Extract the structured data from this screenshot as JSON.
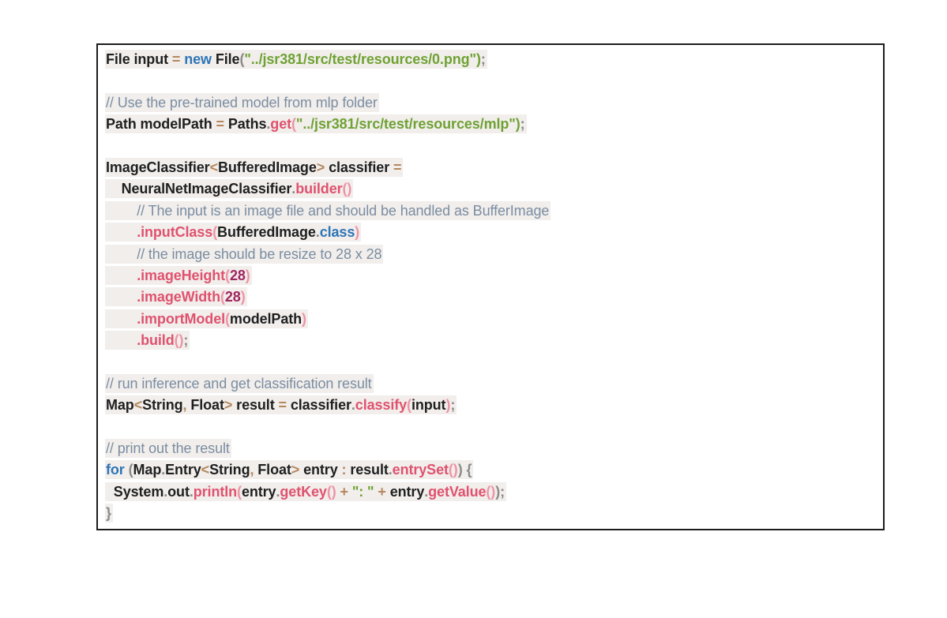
{
  "page": {
    "background_color": "#ffffff"
  },
  "code_box": {
    "border_color": "#1c1c1c",
    "highlight_color": "#f1eeec",
    "language": "java",
    "colors": {
      "plain": "#1f1f1f",
      "kw": "#2e75b6",
      "str": "#6fa233",
      "com": "#7b8da1",
      "meth": "#e0526e",
      "methp": "#ed94a5",
      "num": "#a0265f",
      "op": "#b5885e",
      "gray": "#8a8a88"
    },
    "lines": [
      {
        "tokens": [
          {
            "t": "File input ",
            "c": "plain"
          },
          {
            "t": "= ",
            "c": "op"
          },
          {
            "t": "new ",
            "c": "kw"
          },
          {
            "t": "File",
            "c": "plain"
          },
          {
            "t": "(",
            "c": "gray"
          },
          {
            "t": "\"../jsr381/src/test/resources/0.png\"",
            "c": "str"
          },
          {
            "t": ")",
            "c": "str"
          },
          {
            "t": ";",
            "c": "gray"
          }
        ]
      },
      {
        "tokens": []
      },
      {
        "tokens": [
          {
            "t": "// Use the pre-trained model from mlp folder",
            "c": "com"
          }
        ]
      },
      {
        "tokens": [
          {
            "t": "Path modelPath ",
            "c": "plain"
          },
          {
            "t": "= ",
            "c": "op"
          },
          {
            "t": "Paths",
            "c": "plain"
          },
          {
            "t": ".",
            "c": "gray"
          },
          {
            "t": "get",
            "c": "meth"
          },
          {
            "t": "(",
            "c": "methp"
          },
          {
            "t": "\"../jsr381/src/test/resources/mlp\"",
            "c": "str"
          },
          {
            "t": ")",
            "c": "str"
          },
          {
            "t": ";",
            "c": "gray"
          }
        ]
      },
      {
        "tokens": []
      },
      {
        "tokens": [
          {
            "t": "ImageClassifier",
            "c": "plain"
          },
          {
            "t": "<",
            "c": "op"
          },
          {
            "t": "BufferedImage",
            "c": "plain"
          },
          {
            "t": "> ",
            "c": "op"
          },
          {
            "t": "classifier ",
            "c": "plain"
          },
          {
            "t": "=",
            "c": "op"
          }
        ]
      },
      {
        "tokens": [
          {
            "t": "    NeuralNetImageClassifier",
            "c": "plain"
          },
          {
            "t": ".",
            "c": "gray"
          },
          {
            "t": "builder",
            "c": "meth"
          },
          {
            "t": "()",
            "c": "methp"
          }
        ]
      },
      {
        "tokens": [
          {
            "t": "        // The input is an image file and should be handled as BufferImage",
            "c": "com"
          }
        ]
      },
      {
        "tokens": [
          {
            "t": "        ",
            "c": "plain"
          },
          {
            "t": ".inputClass",
            "c": "meth"
          },
          {
            "t": "(",
            "c": "methp"
          },
          {
            "t": "BufferedImage",
            "c": "plain"
          },
          {
            "t": ".",
            "c": "gray"
          },
          {
            "t": "class",
            "c": "kw"
          },
          {
            "t": ")",
            "c": "methp"
          }
        ]
      },
      {
        "tokens": [
          {
            "t": "        // the image should be resize to 28 x 28",
            "c": "com"
          }
        ]
      },
      {
        "tokens": [
          {
            "t": "        ",
            "c": "plain"
          },
          {
            "t": ".imageHeight",
            "c": "meth"
          },
          {
            "t": "(",
            "c": "methp"
          },
          {
            "t": "28",
            "c": "num"
          },
          {
            "t": ")",
            "c": "methp"
          }
        ]
      },
      {
        "tokens": [
          {
            "t": "        ",
            "c": "plain"
          },
          {
            "t": ".imageWidth",
            "c": "meth"
          },
          {
            "t": "(",
            "c": "methp"
          },
          {
            "t": "28",
            "c": "num"
          },
          {
            "t": ")",
            "c": "methp"
          }
        ]
      },
      {
        "tokens": [
          {
            "t": "        ",
            "c": "plain"
          },
          {
            "t": ".importModel",
            "c": "meth"
          },
          {
            "t": "(",
            "c": "methp"
          },
          {
            "t": "modelPath",
            "c": "plain"
          },
          {
            "t": ")",
            "c": "methp"
          }
        ]
      },
      {
        "tokens": [
          {
            "t": "        ",
            "c": "plain"
          },
          {
            "t": ".build",
            "c": "meth"
          },
          {
            "t": "()",
            "c": "methp"
          },
          {
            "t": ";",
            "c": "gray"
          }
        ]
      },
      {
        "tokens": []
      },
      {
        "tokens": [
          {
            "t": "// run inference and get classification result",
            "c": "com"
          }
        ]
      },
      {
        "tokens": [
          {
            "t": "Map",
            "c": "plain"
          },
          {
            "t": "<",
            "c": "op"
          },
          {
            "t": "String",
            "c": "plain"
          },
          {
            "t": ", ",
            "c": "op"
          },
          {
            "t": "Float",
            "c": "plain"
          },
          {
            "t": "> ",
            "c": "op"
          },
          {
            "t": "result ",
            "c": "plain"
          },
          {
            "t": "= ",
            "c": "op"
          },
          {
            "t": "classifier",
            "c": "plain"
          },
          {
            "t": ".",
            "c": "gray"
          },
          {
            "t": "classify",
            "c": "meth"
          },
          {
            "t": "(",
            "c": "methp"
          },
          {
            "t": "input",
            "c": "plain"
          },
          {
            "t": ")",
            "c": "methp"
          },
          {
            "t": ";",
            "c": "gray"
          }
        ]
      },
      {
        "tokens": []
      },
      {
        "tokens": [
          {
            "t": "// print out the result",
            "c": "com"
          }
        ]
      },
      {
        "tokens": [
          {
            "t": "for ",
            "c": "kw"
          },
          {
            "t": "(",
            "c": "gray"
          },
          {
            "t": "Map",
            "c": "plain"
          },
          {
            "t": ".",
            "c": "gray"
          },
          {
            "t": "Entry",
            "c": "plain"
          },
          {
            "t": "<",
            "c": "op"
          },
          {
            "t": "String",
            "c": "plain"
          },
          {
            "t": ", ",
            "c": "op"
          },
          {
            "t": "Float",
            "c": "plain"
          },
          {
            "t": "> ",
            "c": "op"
          },
          {
            "t": "entry ",
            "c": "plain"
          },
          {
            "t": ": ",
            "c": "op"
          },
          {
            "t": "result",
            "c": "plain"
          },
          {
            "t": ".",
            "c": "gray"
          },
          {
            "t": "entrySet",
            "c": "meth"
          },
          {
            "t": "()",
            "c": "methp"
          },
          {
            "t": ") {",
            "c": "gray"
          }
        ]
      },
      {
        "tokens": [
          {
            "t": "  System",
            "c": "plain"
          },
          {
            "t": ".",
            "c": "gray"
          },
          {
            "t": "out",
            "c": "plain"
          },
          {
            "t": ".",
            "c": "gray"
          },
          {
            "t": "println",
            "c": "meth"
          },
          {
            "t": "(",
            "c": "methp"
          },
          {
            "t": "entry",
            "c": "plain"
          },
          {
            "t": ".",
            "c": "gray"
          },
          {
            "t": "getKey",
            "c": "meth"
          },
          {
            "t": "()",
            "c": "methp"
          },
          {
            "t": " + ",
            "c": "op"
          },
          {
            "t": "\": \"",
            "c": "str"
          },
          {
            "t": " + ",
            "c": "op"
          },
          {
            "t": "entry",
            "c": "plain"
          },
          {
            "t": ".",
            "c": "gray"
          },
          {
            "t": "getValue",
            "c": "meth"
          },
          {
            "t": "()",
            "c": "methp"
          },
          {
            "t": ");",
            "c": "gray"
          }
        ]
      },
      {
        "tokens": [
          {
            "t": "}",
            "c": "gray"
          }
        ]
      }
    ]
  }
}
